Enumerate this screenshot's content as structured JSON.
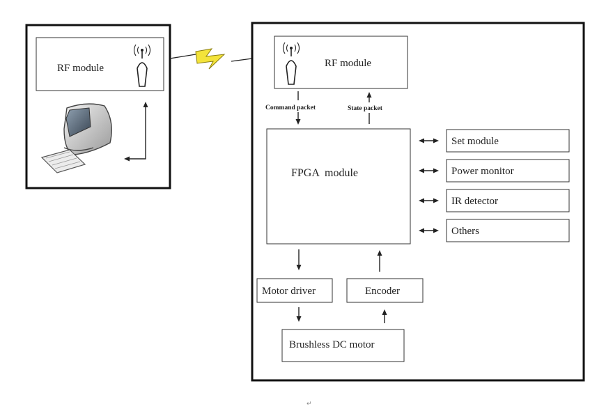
{
  "host": {
    "rf_module_label": "RF module"
  },
  "device": {
    "rf_module_label": "RF module",
    "command_packet_label": "Command packet",
    "state_packet_label": "State packet",
    "fpga_label": "FPGA  module",
    "peripherals": [
      "Set module",
      "Power monitor",
      "IR detector",
      "Others"
    ],
    "motor_driver_label": "Motor driver",
    "encoder_label": "Encoder",
    "motor_label": "Brushless DC motor"
  },
  "footer_mark": "↵"
}
